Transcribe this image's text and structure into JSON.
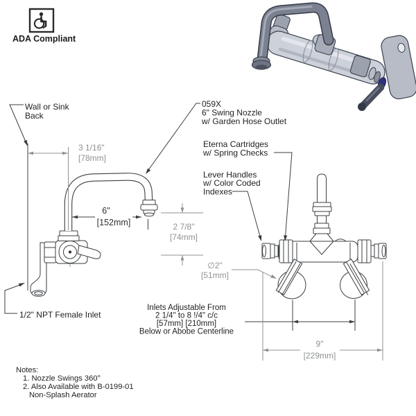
{
  "ada": {
    "label": "ADA Compliant"
  },
  "side_view": {
    "wall_label": [
      "Wall or Sink",
      "Back"
    ],
    "inlet_label": "1/2\" NPT Female Inlet",
    "dims": {
      "back_offset": {
        "in": "3 1/16\"",
        "mm": "[78mm]"
      },
      "nozzle_reach": {
        "in": "6\"",
        "mm": "[152mm]"
      },
      "nozzle_drop": {
        "in": "2 7/8\"",
        "mm": "[74mm]"
      }
    }
  },
  "front_view": {
    "nozzle_label": [
      "059X",
      "6\" Swing Nozzle",
      "w/ Garden Hose Outlet"
    ],
    "cartridge_label": [
      "Eterna Cartridges",
      "w/ Spring Checks"
    ],
    "handle_label": [
      "Lever Handles",
      "w/ Color Coded",
      "Indexes"
    ],
    "adjust_label": [
      "Inlets Adjustable From",
      "2 1/4\" to 8 !/4\" c/c",
      "[57mm] [210mm]",
      "Below or Abobe Centerline"
    ],
    "dims": {
      "handle_diameter": {
        "in": "∅2\"",
        "mm": "[51mm]"
      },
      "overall_width": {
        "in": "9\"",
        "mm": "[229mm]"
      }
    }
  },
  "notes": {
    "title": "Notes:",
    "lines": [
      "1. Nozzle Swings 360°",
      "2. Also Available with B-0199-01",
      "Non-Splash Aerator"
    ]
  },
  "colors": {
    "line": "#3a3d40",
    "dimension": "#8f9193",
    "text": "#1f1f1f",
    "render_body": "#cdd1d9",
    "render_tube": "#7b8190",
    "render_accent_blue": "#2c3480"
  }
}
